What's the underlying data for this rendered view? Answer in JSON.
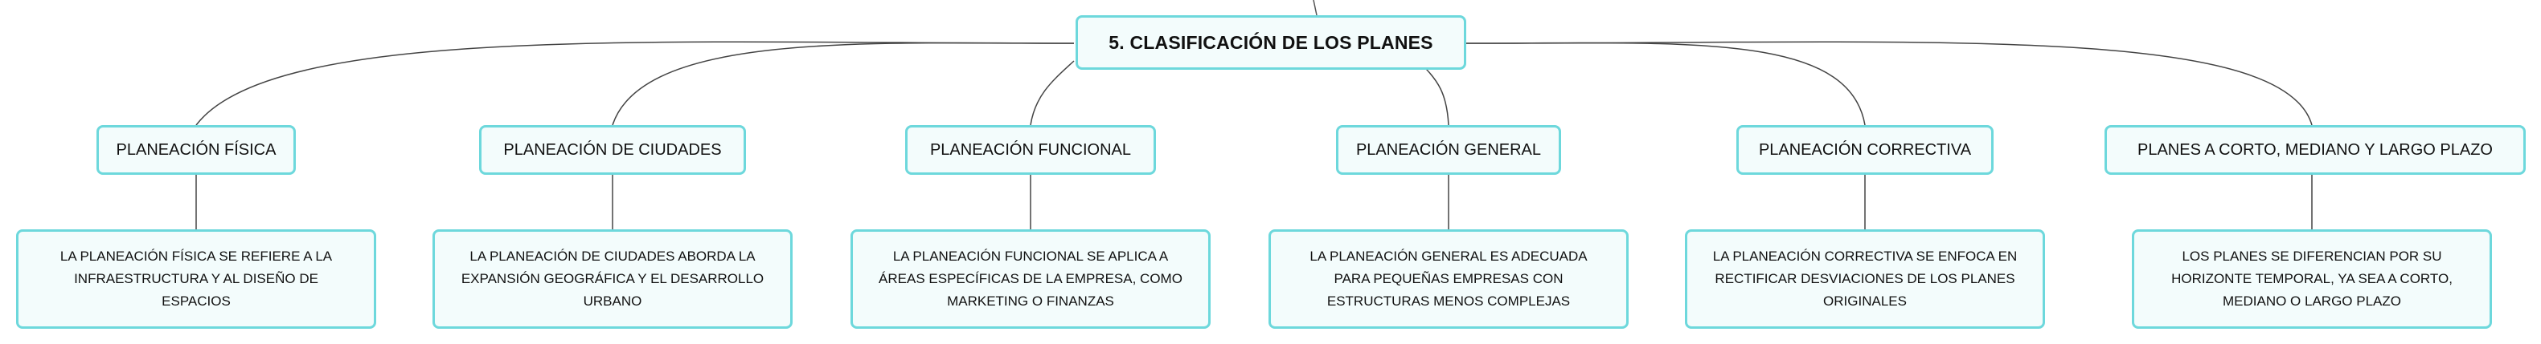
{
  "root": {
    "title": "5. CLASIFICACIÓN DE LOS PLANES"
  },
  "branches": [
    {
      "label": "PLANEACIÓN FÍSICA",
      "description": "LA PLANEACIÓN FÍSICA SE REFIERE A LA INFRAESTRUCTURA Y AL DISEÑO DE ESPACIOS"
    },
    {
      "label": "PLANEACIÓN DE CIUDADES",
      "description": "LA PLANEACIÓN DE CIUDADES ABORDA LA EXPANSIÓN GEOGRÁFICA Y EL DESARROLLO URBANO"
    },
    {
      "label": "PLANEACIÓN FUNCIONAL",
      "description": "LA PLANEACIÓN FUNCIONAL SE APLICA A ÁREAS ESPECÍFICAS DE LA EMPRESA, COMO MARKETING O FINANZAS"
    },
    {
      "label": "PLANEACIÓN GENERAL",
      "description": "LA PLANEACIÓN GENERAL ES ADECUADA PARA PEQUEÑAS EMPRESAS CON ESTRUCTURAS MENOS COMPLEJAS"
    },
    {
      "label": "PLANEACIÓN CORRECTIVA",
      "description": "LA PLANEACIÓN CORRECTIVA SE ENFOCA EN RECTIFICAR DESVIACIONES DE LOS PLANES ORIGINALES"
    },
    {
      "label": "PLANES A CORTO, MEDIANO Y LARGO PLAZO",
      "description": "LOS PLANES SE DIFERENCIAN POR SU HORIZONTE TEMPORAL, YA SEA A CORTO, MEDIANO O LARGO PLAZO"
    }
  ],
  "colors": {
    "node_border": "#6dd8dc",
    "node_fill": "#f3fcfc",
    "connector": "#444444"
  }
}
